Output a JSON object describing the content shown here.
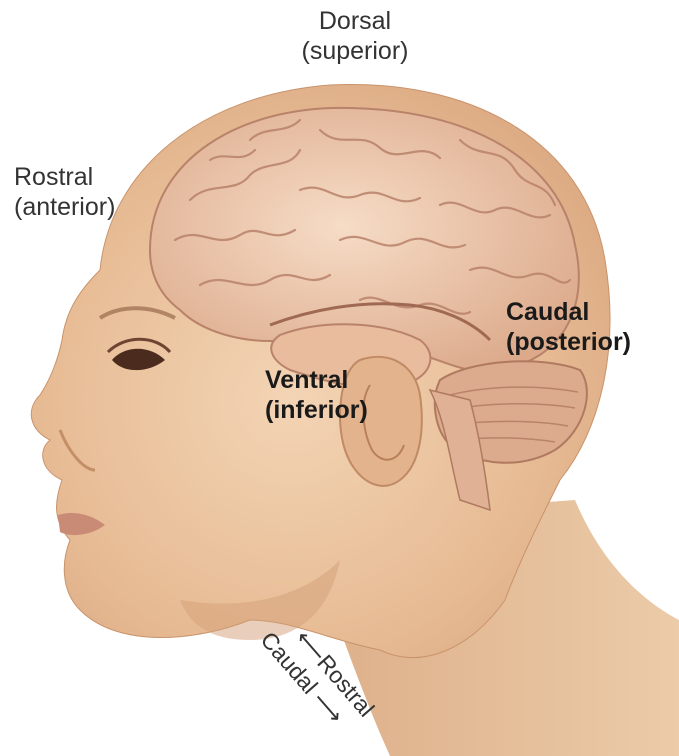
{
  "labels": {
    "dorsal": {
      "line1": "Dorsal",
      "line2": "(superior)"
    },
    "rostral": {
      "line1": "Rostral",
      "line2": "(anterior)"
    },
    "caudal": {
      "line1": "Caudal",
      "line2": "(posterior)"
    },
    "ventral": {
      "line1": "Ventral",
      "line2": "(inferior)"
    }
  },
  "spinal_axis": {
    "rostral": "Rostral",
    "caudal": "Caudal"
  },
  "colors": {
    "skin": "#e9c19c",
    "skin_shadow": "#d6a47c",
    "brain": "#ecc3a3",
    "brain_fold": "#b9826a",
    "cerebellum": "#d9a88c",
    "text": "#333333"
  }
}
